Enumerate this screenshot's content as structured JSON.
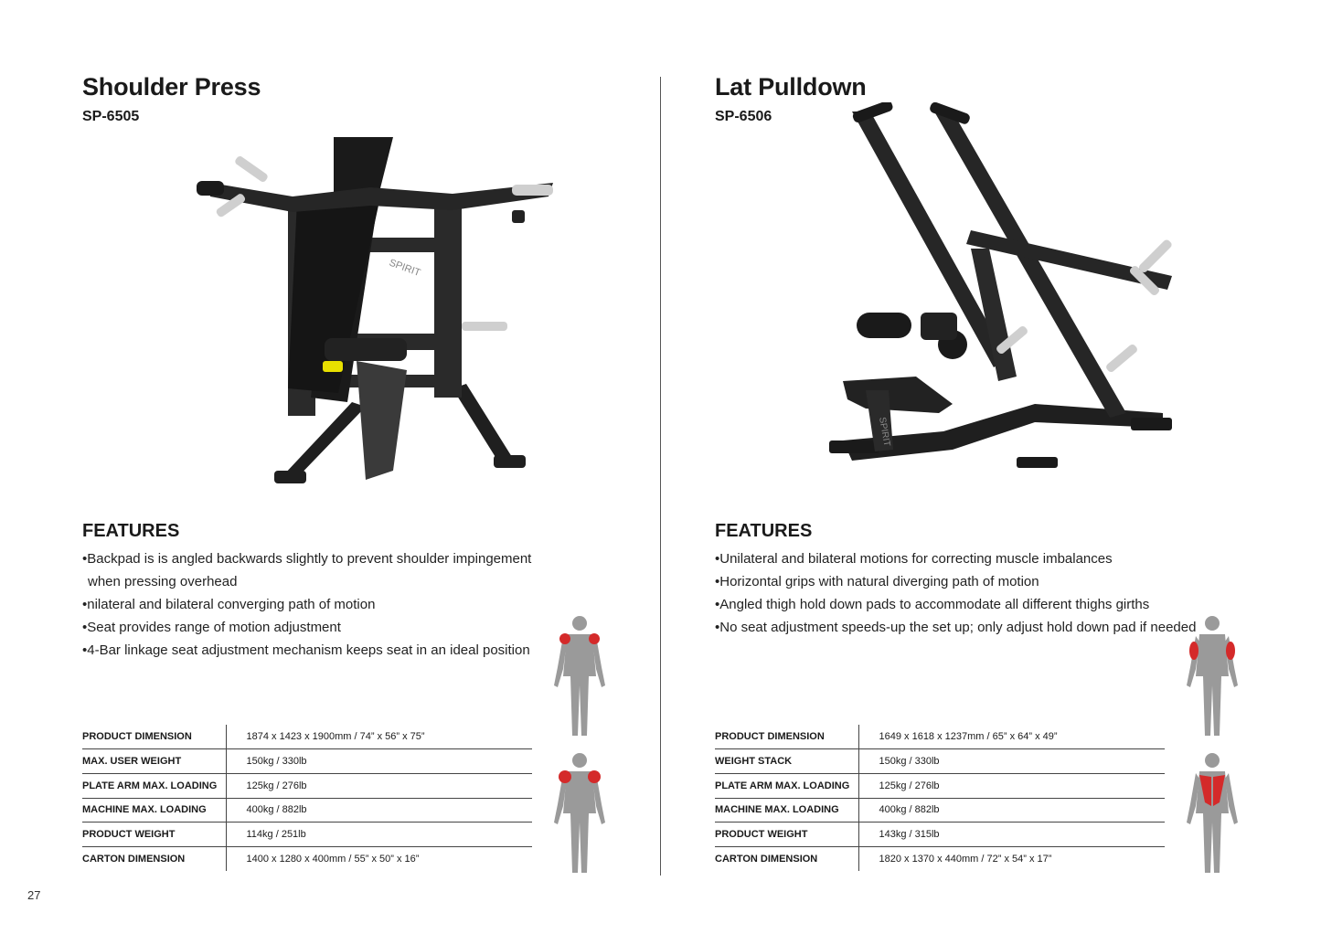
{
  "page_number": "27",
  "left": {
    "title": "Shoulder Press",
    "model": "SP-6505",
    "brand": "SPIRIT",
    "features_heading": "FEATURES",
    "features": [
      "•Backpad is is angled backwards slightly to prevent shoulder impingement",
      "when pressing overhead",
      "•nilateral and bilateral converging path of motion",
      "•Seat provides range of motion adjustment",
      "•4-Bar linkage seat adjustment mechanism keeps seat in an ideal position"
    ],
    "specs": [
      {
        "label": "PRODUCT DIMENSION",
        "value": "1874 x 1423 x 1900mm / 74” x 56” x 75”"
      },
      {
        "label": "MAX. USER WEIGHT",
        "value": "150kg / 330lb"
      },
      {
        "label": "PLATE ARM MAX. LOADING",
        "value": "125kg / 276lb"
      },
      {
        "label": "MACHINE MAX. LOADING",
        "value": "400kg / 882lb"
      },
      {
        "label": "PRODUCT WEIGHT",
        "value": "114kg / 251lb"
      },
      {
        "label": "CARTON DIMENSION",
        "value": "1400 x 1280 x 400mm / 55” x 50” x 16”"
      }
    ]
  },
  "right": {
    "title": "Lat Pulldown",
    "model": "SP-6506",
    "brand": "SPIRIT",
    "features_heading": "FEATURES",
    "features": [
      "•Unilateral and bilateral motions for correcting muscle imbalances",
      "•Horizontal grips with natural diverging path of motion",
      "•Angled thigh hold down pads to accommodate all different thighs girths",
      "•No seat adjustment speeds-up the set up; only adjust hold down pad if needed"
    ],
    "specs": [
      {
        "label": "PRODUCT DIMENSION",
        "value": "1649 x 1618 x 1237mm / 65” x 64” x 49”"
      },
      {
        "label": "WEIGHT STACK",
        "value": "150kg / 330lb"
      },
      {
        "label": "PLATE ARM MAX. LOADING",
        "value": "125kg / 276lb"
      },
      {
        "label": "MACHINE MAX. LOADING",
        "value": "400kg / 882lb"
      },
      {
        "label": "PRODUCT WEIGHT",
        "value": "143kg / 315lb"
      },
      {
        "label": "CARTON DIMENSION",
        "value": "1820 x 1370 x 440mm / 72” x 54” x 17”"
      }
    ]
  },
  "colors": {
    "muscle_highlight": "#d42a2a",
    "body_gray": "#9a9a9a",
    "frame_black": "#1f1f1f",
    "chrome": "#d8d8d8",
    "accent_yellow": "#e8e000"
  }
}
